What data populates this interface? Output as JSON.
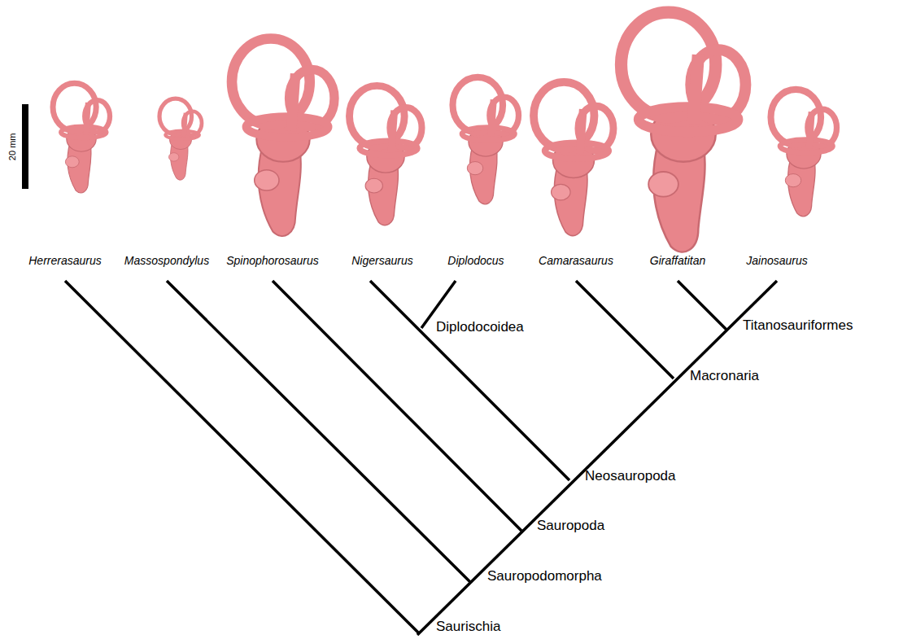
{
  "diagram": {
    "labels": [
      "20 mm",
      "Herrerasaurus",
      "Massospondylus",
      "Spinophorosaurus",
      "Nigersaurus",
      "Diplodocus",
      "Camarasaurus",
      "Giraffatitan",
      "Jainosaurus",
      "Diplodocoidea",
      "Titanosauriformes",
      "Macronaria",
      "Neosauropoda",
      "Sauropoda",
      "Sauropodomorpha",
      "Saurischia"
    ]
  }
}
